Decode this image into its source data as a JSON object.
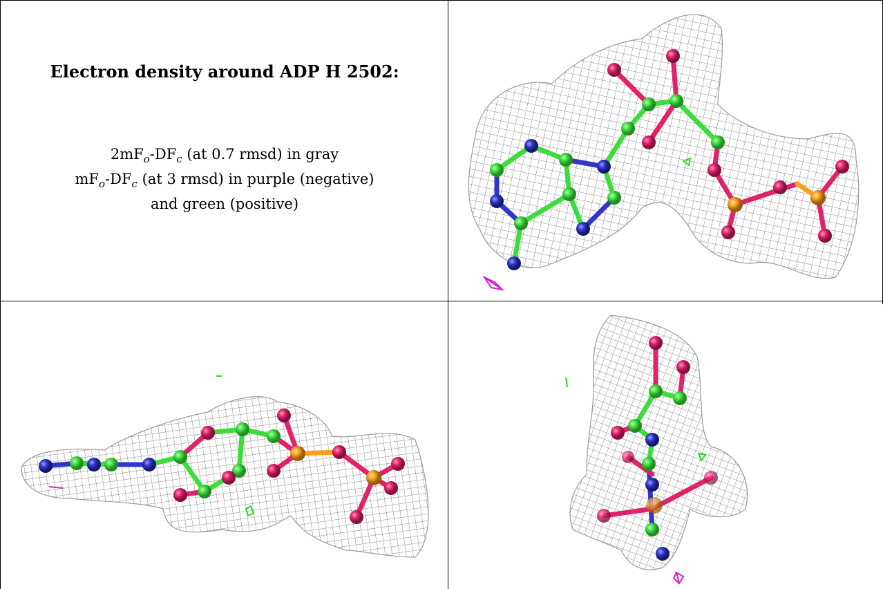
{
  "panel_title": "Electron density around ADP H 2502:",
  "legend": {
    "line1": {
      "prefix": "2mF",
      "sub1": "o",
      "mid": "-DF",
      "sub2": "c",
      "suffix": " (at 0.7 rmsd) in gray"
    },
    "line2": {
      "prefix": "mF",
      "sub1": "o",
      "mid": "-DF",
      "sub2": "c",
      "suffix": " (at 3 rmsd) in purple (negative)"
    },
    "line3": "and green (positive)"
  },
  "colors": {
    "mesh_gray": "#8a8a8a",
    "carbon_green": "#3ddc3d",
    "nitrogen_blue": "#3036c8",
    "oxygen_red": "#e0226a",
    "phosphorus_orange": "#f7a020",
    "density_negative_purple": "#d320d3",
    "density_positive_green": "#22dd22"
  }
}
